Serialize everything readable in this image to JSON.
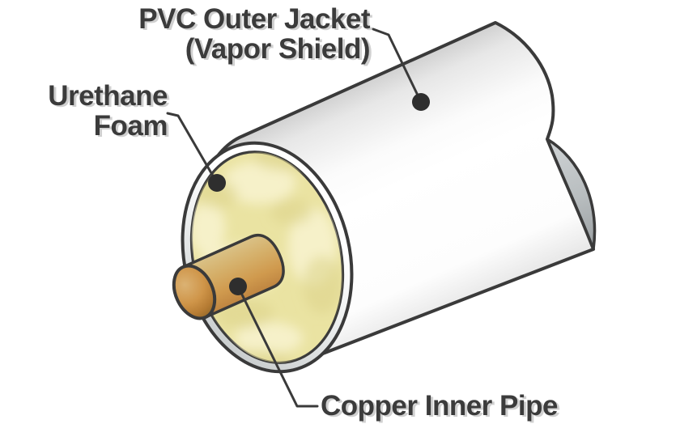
{
  "diagram": {
    "type": "cutaway-illustration",
    "subject": "Insulated copper pipe with urethane foam and PVC vapor-shield jacket",
    "labels": {
      "pvc_jacket": {
        "line1": "PVC Outer Jacket",
        "line2": "(Vapor Shield)"
      },
      "urethane_foam": {
        "line1": "Urethane",
        "line2": "Foam"
      },
      "copper_pipe": {
        "text": "Copper Inner Pipe"
      }
    },
    "colors": {
      "background": "#ffffff",
      "outline": "#3a3a3a",
      "label_text": "#3b3b3b",
      "label_shadow": "#969696",
      "jacket_white": "#ffffff",
      "jacket_shade": "#d0d0d0",
      "cut_face_gray_light": "#ccd0d2",
      "cut_face_gray_dark": "#999ea1",
      "foam_base": "#eae3a2",
      "foam_light": "#f8f4d0",
      "foam_dark": "#dcd38a",
      "copper_light": "#dac287",
      "copper_mid": "#d09a4e",
      "copper_dark": "#be8440",
      "marker_dot": "#2e2e2e"
    }
  }
}
